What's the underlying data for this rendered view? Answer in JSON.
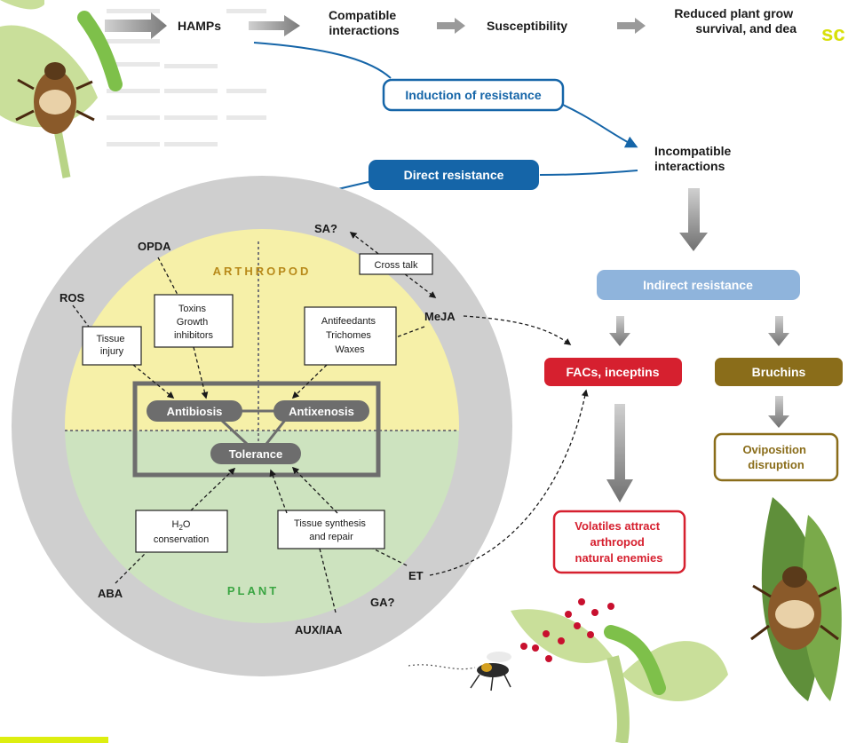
{
  "colors": {
    "blue_dark": "#1565a8",
    "blue_light": "#8fb4dc",
    "red": "#d6202f",
    "olive": "#8a6d1a",
    "outer_circle": "#cfcfcf",
    "arthropod_fill": "#f6f0a8",
    "plant_fill": "#cde3bf",
    "box_gray": "#6d6d6d",
    "yellow_accent": "#ddee10"
  },
  "top_flow": {
    "hamps": "HAMPs",
    "compatible": [
      "Compatible",
      "interactions"
    ],
    "susceptibility": "Susceptibility",
    "reduced": [
      "Reduced plant grow",
      "survival, and dea"
    ],
    "corner_fragment": "sc"
  },
  "induction": "Induction of resistance",
  "incompatible": [
    "Incompatible",
    "interactions"
  ],
  "direct": "Direct resistance",
  "indirect": "Indirect resistance",
  "circle": {
    "arthropod": "ARTHROPOD",
    "plant": "PLANT",
    "antibiosis": "Antibiosis",
    "antixenosis": "Antixenosis",
    "tolerance": "Tolerance",
    "tissue_injury": [
      "Tissue",
      "injury"
    ],
    "toxins": [
      "Toxins",
      "Growth",
      "inhibitors"
    ],
    "antifeedants": [
      "Antifeedants",
      "Trichomes",
      "Waxes"
    ],
    "h2o": [
      "H",
      "2",
      "O",
      "conservation"
    ],
    "tissue_synthesis": [
      "Tissue synthesis",
      "and repair"
    ]
  },
  "hormones": {
    "opda": "OPDA",
    "ros": "ROS",
    "sa": "SA?",
    "meja": "MeJA",
    "aba": "ABA",
    "et": "ET",
    "ga": "GA?",
    "aux": "AUX/IAA"
  },
  "cross_talk": "Cross talk",
  "facs": "FACs, inceptins",
  "bruchins": "Bruchins",
  "oviposition": [
    "Oviposition",
    "disruption"
  ],
  "volatiles": [
    "Volatiles attract",
    "arthropod",
    "natural enemies"
  ],
  "icons": [
    "bean-weevil-icon",
    "caterpillar-icon",
    "leaf-icon",
    "wasp-icon",
    "bean-pod-icon"
  ]
}
